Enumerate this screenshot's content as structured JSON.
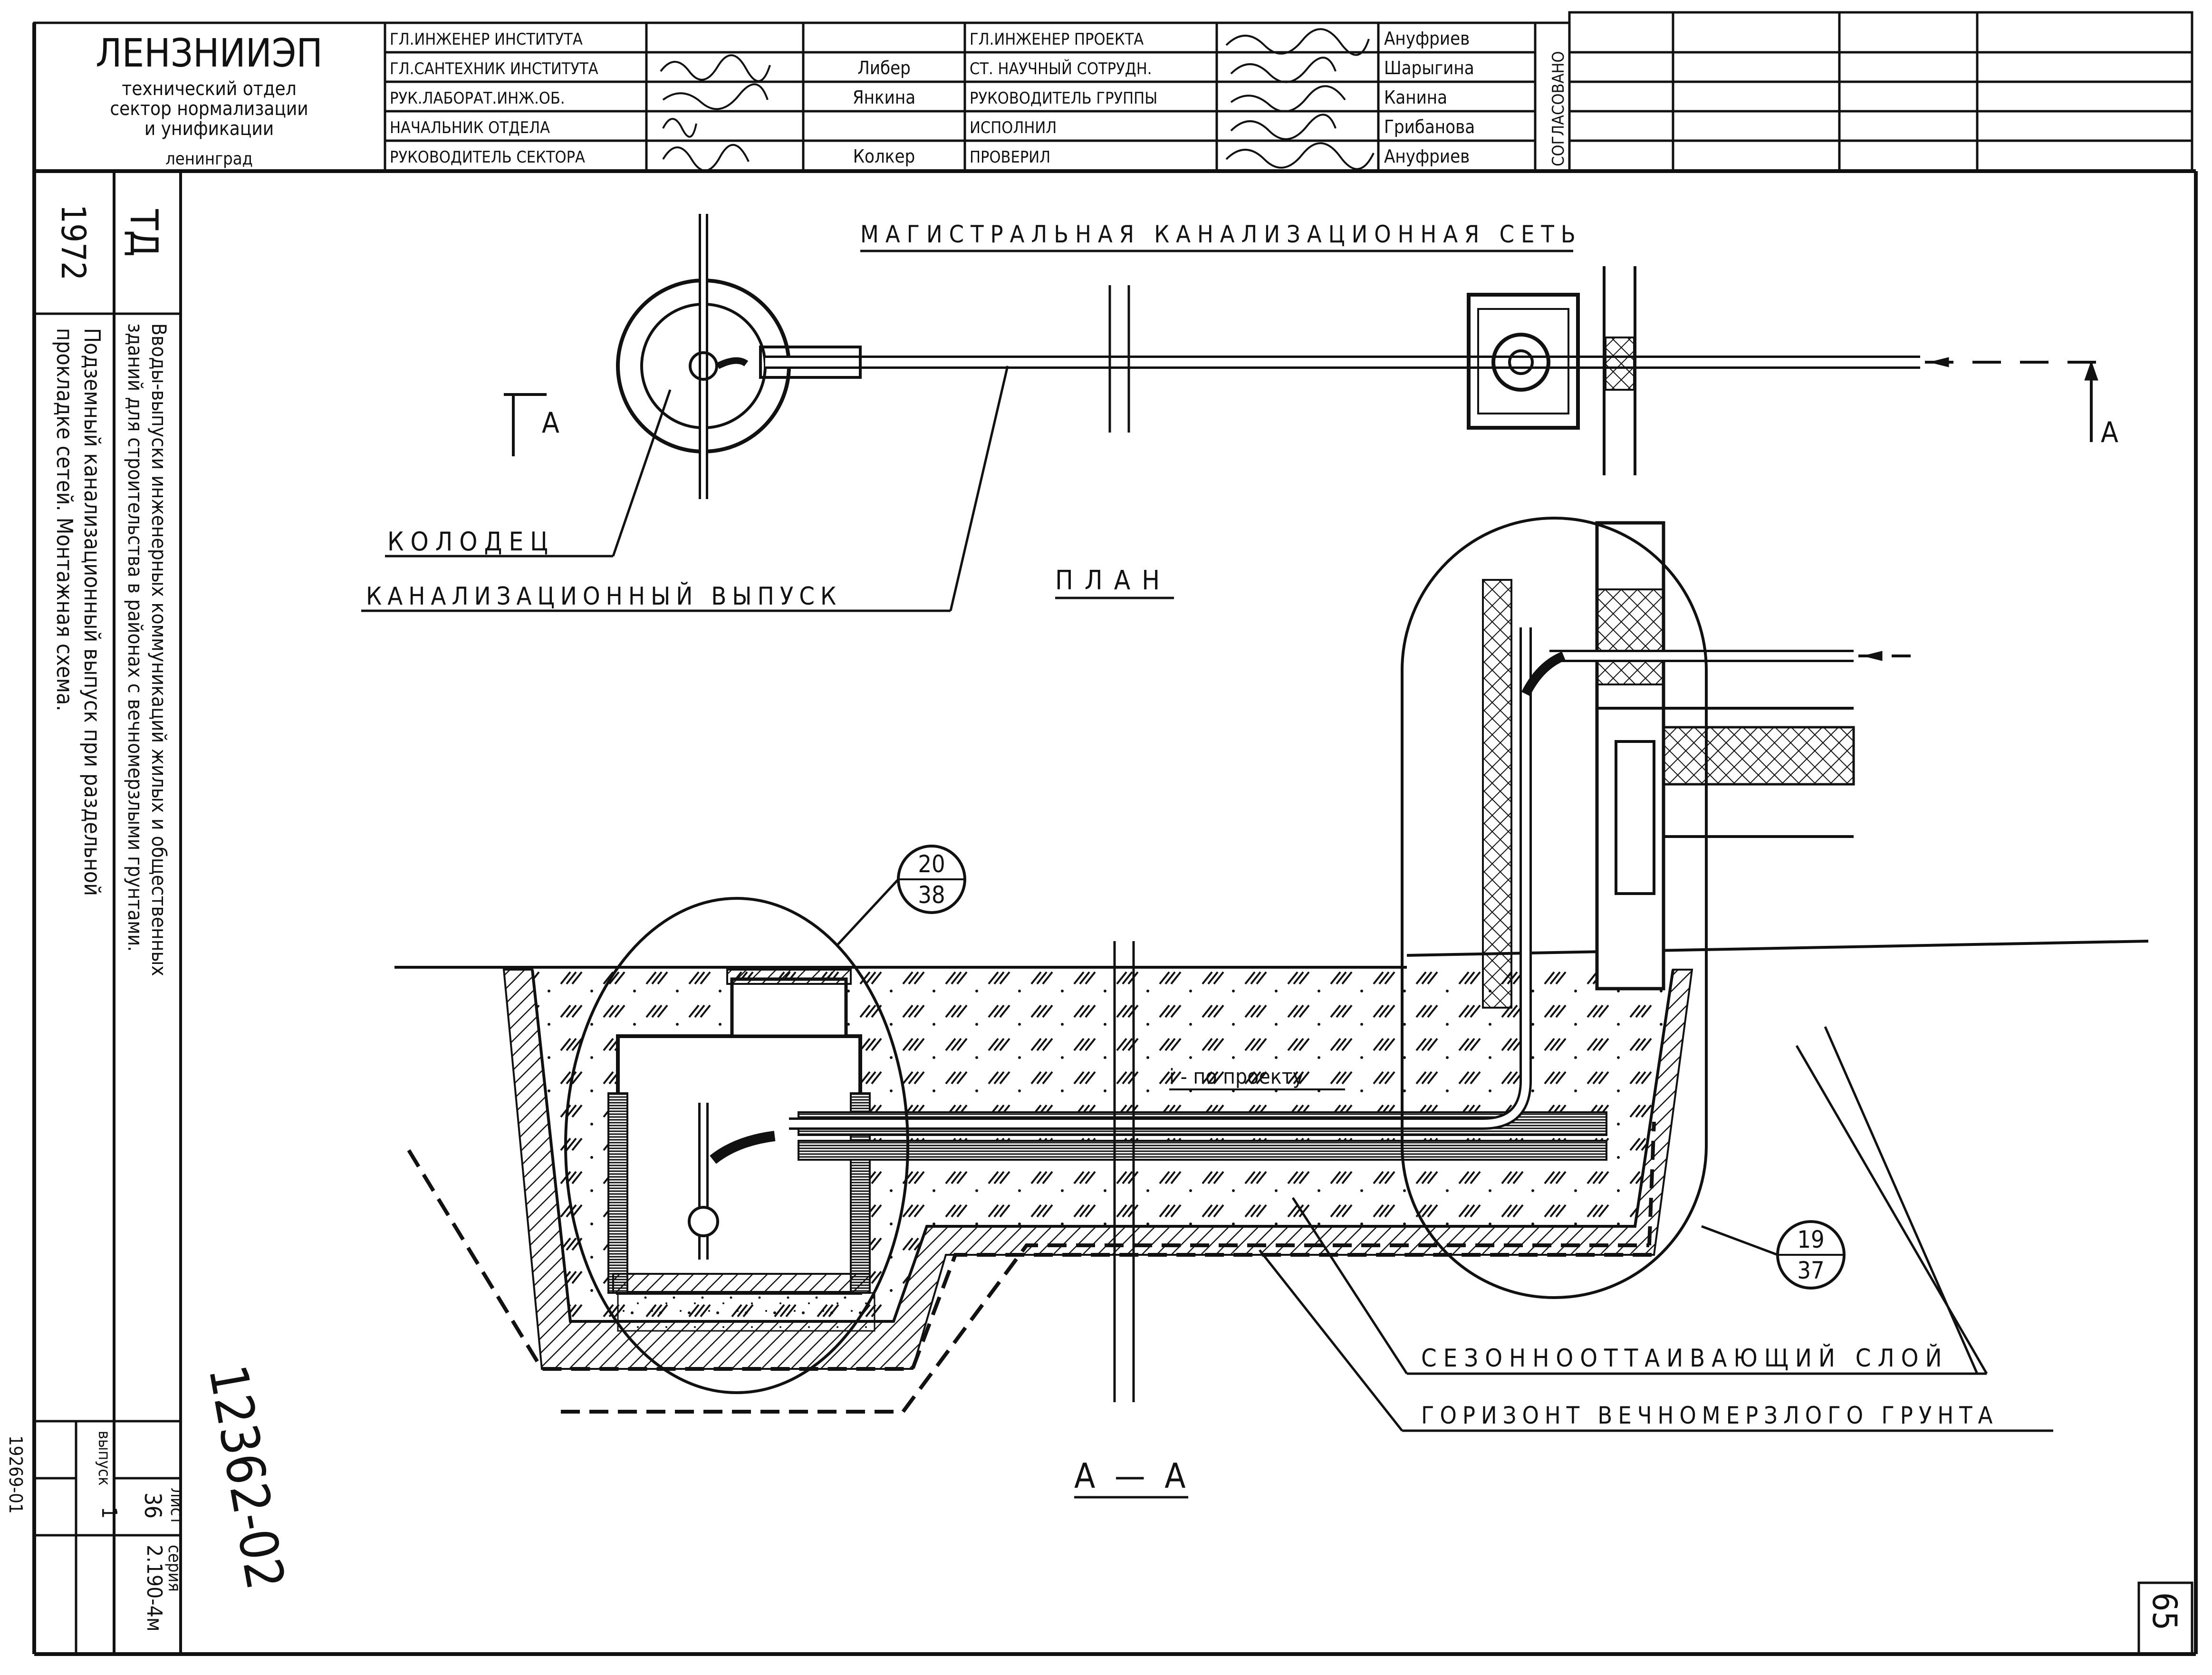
{
  "title_block": {
    "org_name": "ЛЕНЗНИИЭП",
    "org_lines": [
      "технический отдел",
      "сектор нормализации",
      "и унификации",
      "ленинград"
    ],
    "roles_left": [
      {
        "role": "ГЛ.ИНЖЕНЕР ИНСТИТУТА",
        "name": ""
      },
      {
        "role": "ГЛ.САНТЕХНИК ИНСТИТУТА",
        "name": "Либер"
      },
      {
        "role": "РУК.ЛАБОРАТ.ИНЖ.ОБ.",
        "name": "Янкина"
      },
      {
        "role": "НАЧАЛЬНИК ОТДЕЛА",
        "name": ""
      },
      {
        "role": "РУКОВОДИТЕЛЬ СЕКТОРА",
        "name": "Колкер"
      }
    ],
    "roles_right": [
      {
        "role": "ГЛ.ИНЖЕНЕР ПРОЕКТА",
        "name": "Ануфриев"
      },
      {
        "role": "СТ. НАУЧНЫЙ СОТРУДН.",
        "name": "Шарыгина"
      },
      {
        "role": "РУКОВОДИТЕЛЬ ГРУППЫ",
        "name": "Канина"
      },
      {
        "role": "ИСПОЛНИЛ",
        "name": "Грибанова"
      },
      {
        "role": "ПРОВЕРИЛ",
        "name": "Ануфриев"
      }
    ],
    "agreed": "СОГЛАСОВАНО"
  },
  "side_block": {
    "year": "1972",
    "td": "ТД",
    "title_1": "Вводы-выпуски инженерных коммуникаций жилых и общественных",
    "title_2": "зданий для строительства в районах с вечномерзлыми грунтами.",
    "subtitle_1": "Подземный канализационный выпуск при раздельной",
    "subtitle_2": "прокладке сетей.   Монтажная схема.",
    "series_label": "серия",
    "series_value": "2.190-4м",
    "vypusk_label": "выпуск",
    "vypusk_value": "1",
    "list_label": "лист",
    "list_value": "36"
  },
  "drawing": {
    "plan_label": "ПЛАН",
    "network_label": "МАГИСТРАЛЬНАЯ КАНАЛИЗАЦИОННАЯ СЕТЬ",
    "well_label": "КОЛОДЕЦ",
    "outlet_label": "КАНАЛИЗАЦИОННЫЙ ВЫПУСК",
    "section_mark_left": "А",
    "section_mark_right": "А",
    "section_label": "А — А",
    "slope_label": "i - по проекту",
    "detail_1_top": "20",
    "detail_1_bottom": "38",
    "detail_2_top": "19",
    "detail_2_bottom": "37",
    "layer_label": "СЕЗОННООТТАИВАЮЩИЙ СЛОЙ",
    "permafrost_label": "ГОРИЗОНТ ВЕЧНОМЕРЗЛОГО ГРУНТА",
    "handwritten_code": "12362-02",
    "margin_code": "19269-01",
    "page_number": "65"
  }
}
